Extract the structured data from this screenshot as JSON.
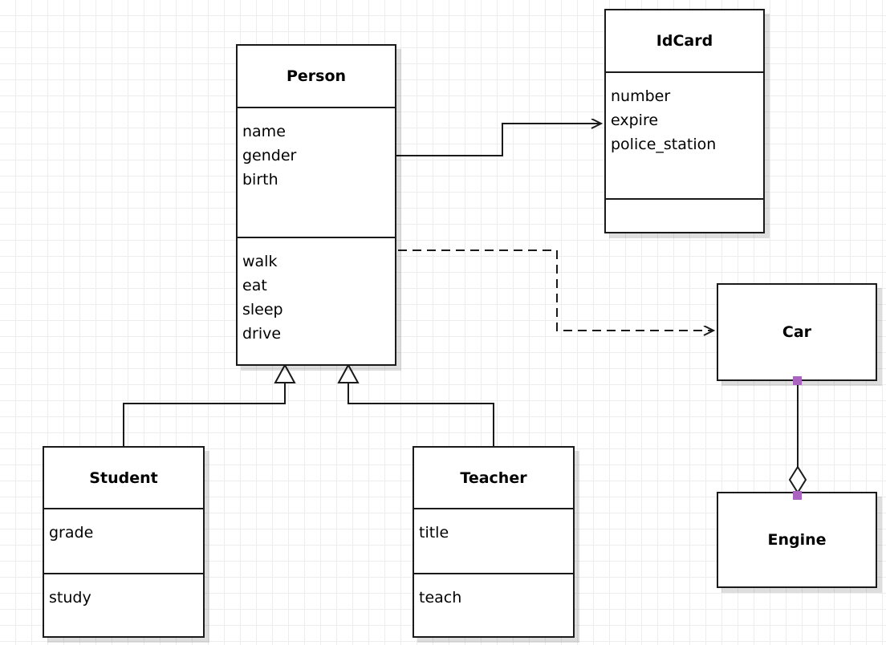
{
  "diagram": {
    "kind": "uml-class-diagram",
    "background": "#ffffff",
    "grid_color": "#ededed",
    "line_color": "#1a1a1a",
    "endpoint_handle_color": "#ab63c0"
  },
  "classes": {
    "person": {
      "name": "Person",
      "attributes": [
        "name",
        "gender",
        "birth"
      ],
      "methods": [
        "walk",
        "eat",
        "sleep",
        "drive"
      ]
    },
    "idcard": {
      "name": "IdCard",
      "attributes": [
        "number",
        "expire",
        "police_station"
      ],
      "methods": []
    },
    "student": {
      "name": "Student",
      "attributes": [
        "grade"
      ],
      "methods": [
        "study"
      ]
    },
    "teacher": {
      "name": "Teacher",
      "attributes": [
        "title"
      ],
      "methods": [
        "teach"
      ]
    },
    "car": {
      "name": "Car",
      "attributes": [],
      "methods": []
    },
    "engine": {
      "name": "Engine",
      "attributes": [],
      "methods": []
    }
  },
  "relations": [
    {
      "id": "person-idcard",
      "type": "association",
      "from": "Person",
      "to": "IdCard",
      "style": "solid",
      "arrow": "open"
    },
    {
      "id": "person-car",
      "type": "dependency",
      "from": "Person",
      "to": "Car",
      "style": "dashed",
      "arrow": "open"
    },
    {
      "id": "student-person",
      "type": "generalization",
      "from": "Student",
      "to": "Person",
      "style": "solid",
      "arrow": "hollow-triangle"
    },
    {
      "id": "teacher-person",
      "type": "generalization",
      "from": "Teacher",
      "to": "Person",
      "style": "solid",
      "arrow": "hollow-triangle"
    },
    {
      "id": "car-engine",
      "type": "aggregation",
      "from": "Car",
      "to": "Engine",
      "style": "solid",
      "arrow": "hollow-diamond"
    }
  ]
}
